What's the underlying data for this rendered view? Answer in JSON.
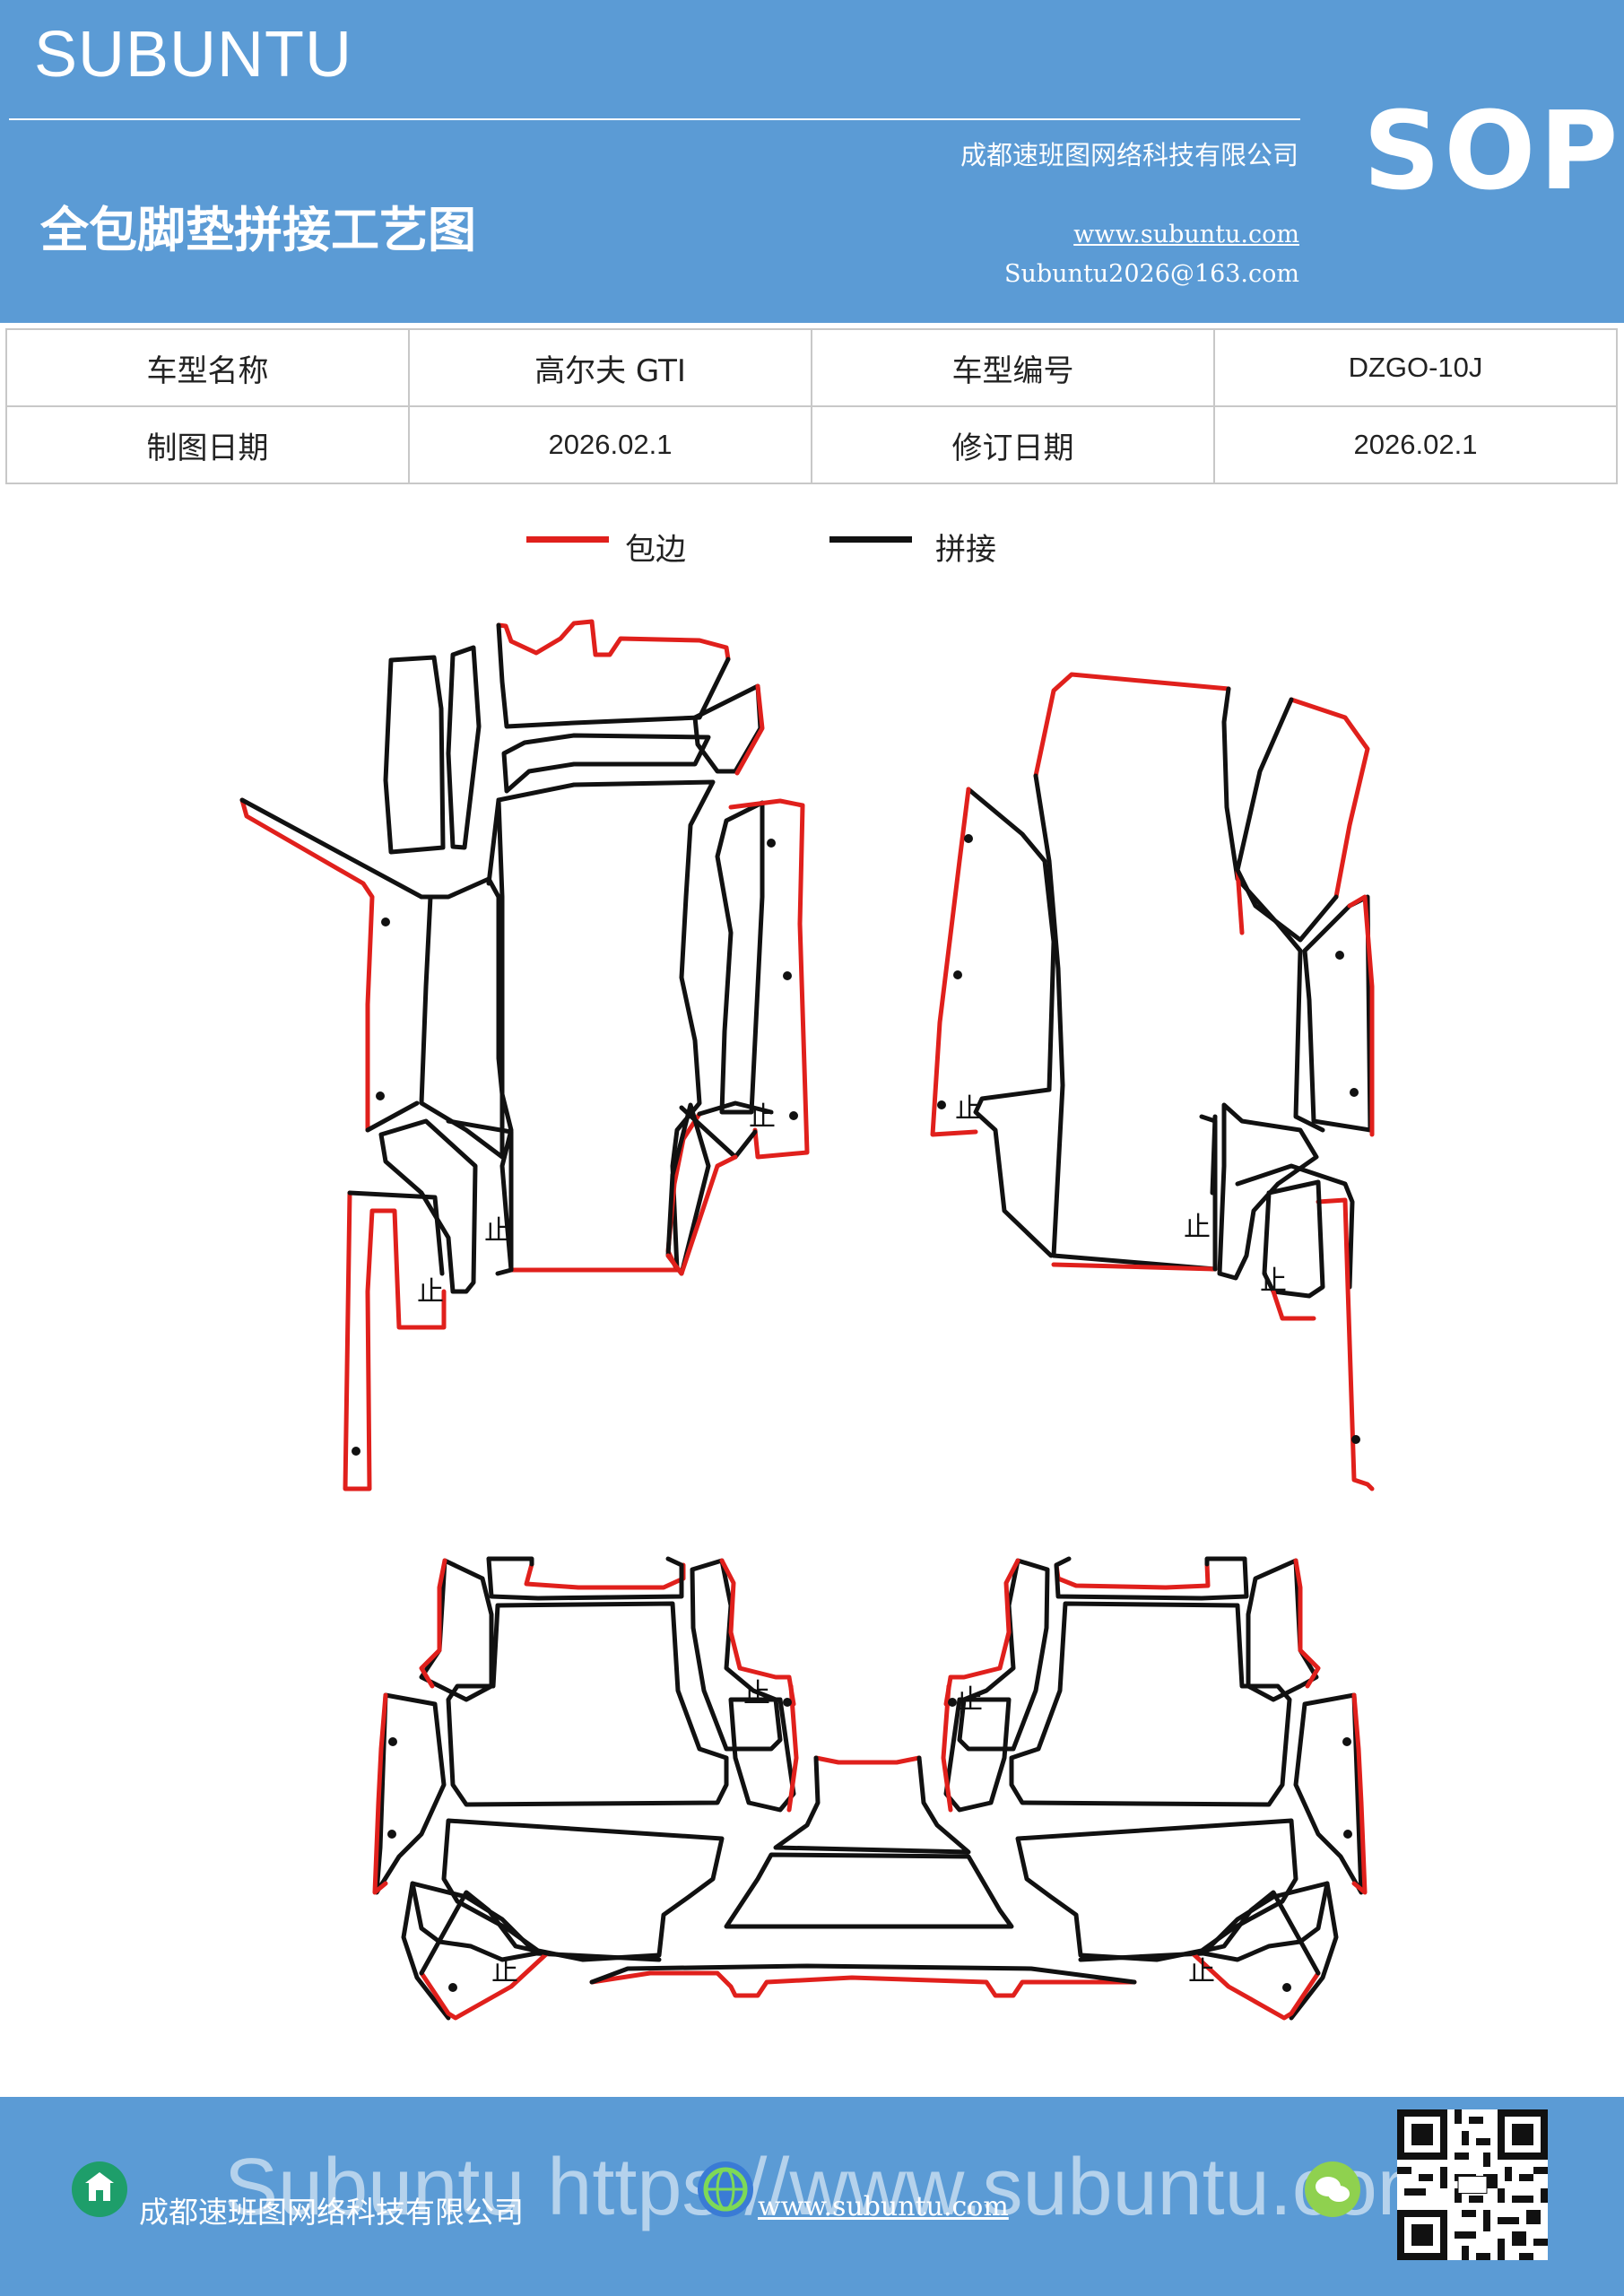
{
  "header": {
    "brand": "SUBUNTU",
    "company": "成都速班图网络科技有限公司",
    "title": "全包脚垫拼接工艺图",
    "url": "www.subuntu.com",
    "email": "Subuntu2026@163.com",
    "badge": "SOP"
  },
  "info_table": {
    "row1": [
      "车型名称",
      "高尔夫 GTI",
      "车型编号",
      "DZGO-10J"
    ],
    "row2": [
      "制图日期",
      "2026.02.1",
      "修订日期",
      "2026.02.1"
    ]
  },
  "legend": {
    "edge_label": "包边",
    "edge_color": "#e0201c",
    "joint_label": "拼接",
    "joint_color": "#111111"
  },
  "diagram": {
    "stop_mark": "止"
  },
  "footer": {
    "company": "成都速班图网络科技有限公司",
    "url": "www.subuntu.com",
    "watermark": "Subuntu https://www.subuntu.com"
  },
  "colors": {
    "header_bg": "#5b9bd5",
    "footer_bg": "#5b9bd5"
  }
}
